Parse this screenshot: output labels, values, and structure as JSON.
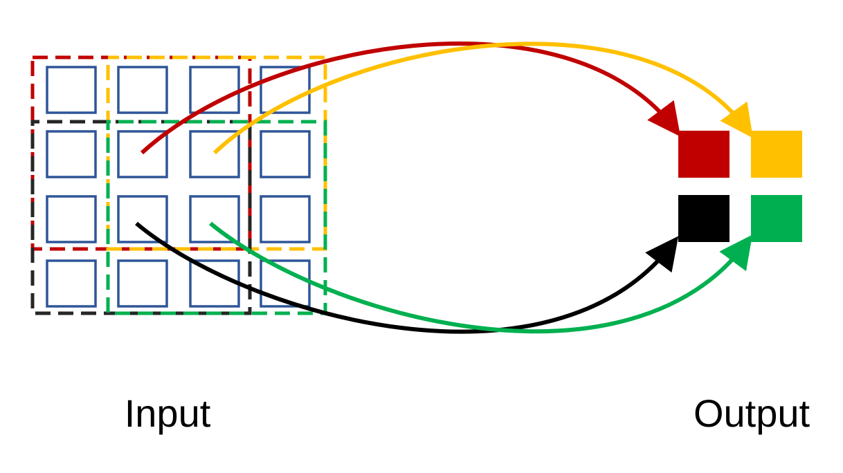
{
  "labels": {
    "input": "Input",
    "output": "Output"
  },
  "input_grid": {
    "rows": 4,
    "cols": 4,
    "cell_color": "#2F5597"
  },
  "windows": [
    {
      "name": "red",
      "color": "#C00000",
      "row": 0,
      "col": 0
    },
    {
      "name": "yellow",
      "color": "#FFC000",
      "row": 0,
      "col": 1
    },
    {
      "name": "black",
      "color": "#262626",
      "row": 1,
      "col": 0
    },
    {
      "name": "green",
      "color": "#00B050",
      "row": 1,
      "col": 1
    }
  ],
  "output_cells": [
    {
      "name": "red",
      "color": "#C00000"
    },
    {
      "name": "yellow",
      "color": "#FFC000"
    },
    {
      "name": "black",
      "color": "#000000"
    },
    {
      "name": "green",
      "color": "#00B050"
    }
  ],
  "arrows": [
    {
      "name": "red",
      "color": "#C00000"
    },
    {
      "name": "yellow",
      "color": "#FFC000"
    },
    {
      "name": "black",
      "color": "#000000"
    },
    {
      "name": "green",
      "color": "#00B050"
    }
  ]
}
